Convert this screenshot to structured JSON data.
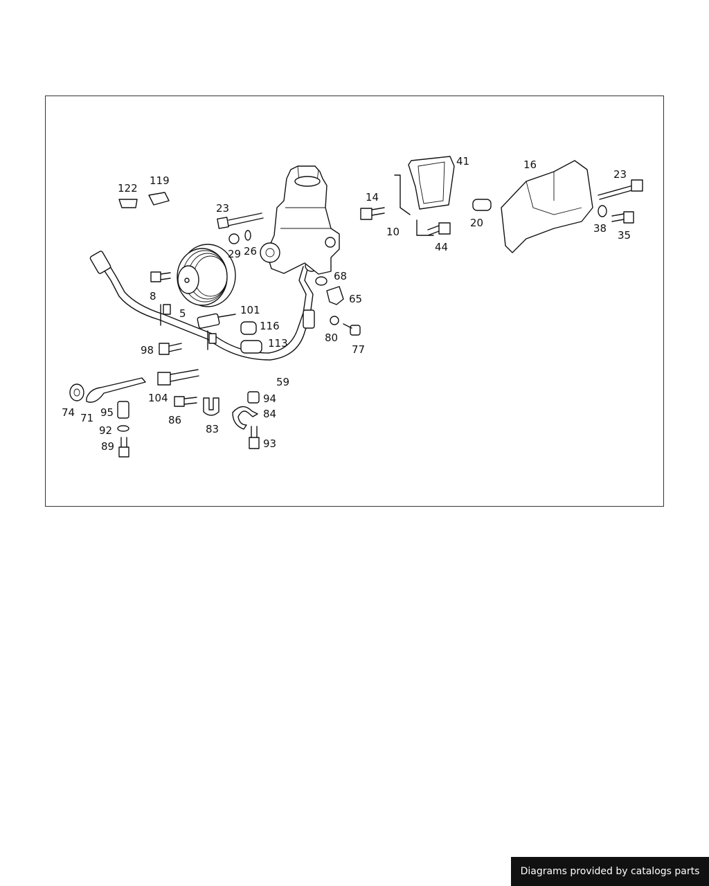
{
  "diagram": {
    "callouts": [
      {
        "id": "c122",
        "text": "122"
      },
      {
        "id": "c119",
        "text": "119"
      },
      {
        "id": "c23a",
        "text": "23"
      },
      {
        "id": "c29",
        "text": "29"
      },
      {
        "id": "c26",
        "text": "26"
      },
      {
        "id": "c8",
        "text": "8"
      },
      {
        "id": "c5",
        "text": "5"
      },
      {
        "id": "c101",
        "text": "101"
      },
      {
        "id": "c116",
        "text": "116"
      },
      {
        "id": "c113",
        "text": "113"
      },
      {
        "id": "c98",
        "text": "98"
      },
      {
        "id": "c59",
        "text": "59"
      },
      {
        "id": "c104",
        "text": "104"
      },
      {
        "id": "c74",
        "text": "74"
      },
      {
        "id": "c71",
        "text": "71"
      },
      {
        "id": "c95",
        "text": "95"
      },
      {
        "id": "c92",
        "text": "92"
      },
      {
        "id": "c89",
        "text": "89"
      },
      {
        "id": "c86",
        "text": "86"
      },
      {
        "id": "c83",
        "text": "83"
      },
      {
        "id": "c94",
        "text": "94"
      },
      {
        "id": "c84",
        "text": "84"
      },
      {
        "id": "c93",
        "text": "93"
      },
      {
        "id": "c68",
        "text": "68"
      },
      {
        "id": "c65",
        "text": "65"
      },
      {
        "id": "c80",
        "text": "80"
      },
      {
        "id": "c77",
        "text": "77"
      },
      {
        "id": "c14",
        "text": "14"
      },
      {
        "id": "c10",
        "text": "10"
      },
      {
        "id": "c41",
        "text": "41"
      },
      {
        "id": "c44",
        "text": "44"
      },
      {
        "id": "c20",
        "text": "20"
      },
      {
        "id": "c16",
        "text": "16"
      },
      {
        "id": "c23b",
        "text": "23"
      },
      {
        "id": "c38",
        "text": "38"
      },
      {
        "id": "c35",
        "text": "35"
      }
    ]
  },
  "footer": {
    "credit": "Diagrams provided by catalogs parts"
  }
}
